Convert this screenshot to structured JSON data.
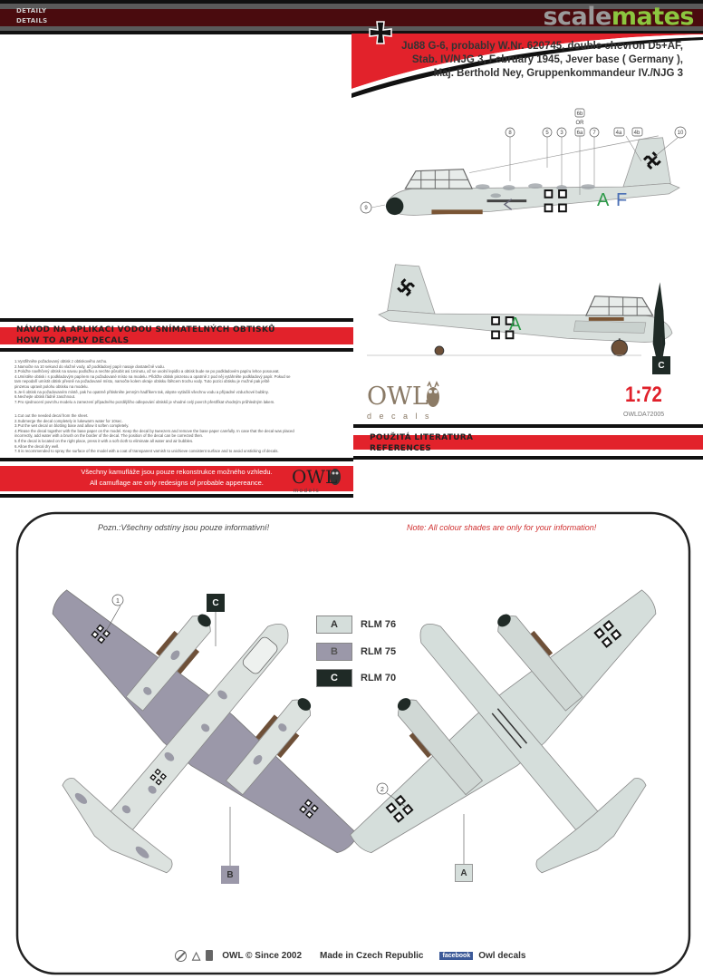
{
  "header": {
    "band_line1": "DETAILY",
    "band_line2": "DETAILS",
    "watermark_part1": "scale",
    "watermark_part2": "mates"
  },
  "aircraft": {
    "title_lines": [
      "Ju88 G-6, probably W.Nr. 620745, double chevron  D5+AF,",
      "Stab. IV/NJG 3, February 1945, Jever base ( Germany ),",
      "Maj. Berthold Ney, Gruppenkommandeur IV./NJG 3"
    ],
    "fuselage_code_1": "A",
    "fuselage_code_2": "F",
    "profile_callouts": [
      "8",
      "5",
      "3",
      "6b",
      "OR",
      "6a",
      "7",
      "4a",
      "4b",
      "10",
      "9"
    ],
    "profile_color_tag": "C"
  },
  "instructions": {
    "heading_cz": "NÁVOD NA APLIKACI VODOU SNÍMATELNÝCH OBTISKŮ",
    "heading_en": "HOW TO APPLY DECALS",
    "steps_cz": [
      "1.Vystřihněte požadovaný obtisk z obtiskového archu.",
      "2.Namočte na 10 sekund do vlažné vody, až podkladový papír nasaje dostatečně vodu.",
      "3.Položte navlhčený obtisk na savou podložku a nechte působit asi 1minutu, až se uvolní lepidlo a obtisk bude se po podkladovém papíru lehce posouvat.",
      "4.Umístěte obtisk i s podkladovým papírem na požadované místo na modelu. Přidržte obtisk pinzetou a opatrně z pod něj vytáhněte podkladový papír. Pokud se",
      "   tam nepodaří umístit obtisk přesně na požadované místo, namočte kolem okraje obtisku štětcem trochu vody. Tuto pozici obtisku je možné pak ještě",
      "   pinzetou upravit polohu obtisku na modelu.",
      "5.Je-li obtisk na požadovaném místě, pak ho opatrně přitiskněte jemným hadříkem tak, abyste vytlačili všechnu vodu a případné vzduchové bubliny.",
      "6.Nechejte obtisk řádně zaschnout.",
      "7.Pro sjednocení povrchu modelu a zamezení případného pozdějšího odlepování obtisků je vhodné celý povrch přestříkat vhodným průhledným lakem."
    ],
    "steps_en": [
      "1.Cut out the needed decal from the sheet.",
      "2.Submerge the decal completely in lukewarm water for 10sec.",
      "3.Put the wet decal on blotting base and allow it soften completely.",
      "4.Please the decal together with the base paper on the model. Keep the decal by tweezers and remove the base paper carefully. In case that the decal was placed",
      "   incorrectly, add water with a brush on the border of the decal. The position of the decal can be corrected then.",
      "5.If the decal is located on the right place, press it with a soft cloth to eliminate all water and air bubbles.",
      "6.Allow the decal dry well.",
      "7.It is recommended to spray the surface of the model with a coat of transparent varnish to unichieve consistent surface and to avoid unsticking of decals."
    ],
    "disclaimer_cz": "Všechny kamufláže jsou pouze rekonstrukce možného vzhledu.",
    "disclaimer_en": "All camuflage  are only redesigns of probable appereance."
  },
  "brand": {
    "logo_word": "OWL",
    "logo_sub_decals": "d e c a l s",
    "logo_sub_models": "m o d e l s",
    "scale": "1:72",
    "product_code": "OWLDA72005",
    "scale_color": "#e0202a"
  },
  "references": {
    "heading_cz": "POUŽITÁ LITERATURA",
    "heading_en": "REFERENCES"
  },
  "plan_view": {
    "note_cz": "Pozn.:Všechny odstíny jsou pouze informativní!",
    "note_en": "Note: All colour shades are only for your information!",
    "callouts": [
      "1",
      "2"
    ],
    "tags": [
      "C",
      "B",
      "A"
    ],
    "legend": [
      {
        "key": "A",
        "label": "RLM 76",
        "color": "#d5dedb"
      },
      {
        "key": "B",
        "label": "RLM 75",
        "color": "#9b98a9"
      },
      {
        "key": "C",
        "label": "RLM 70",
        "color": "#1f2a26"
      }
    ]
  },
  "footer": {
    "copyright": "OWL © Since  2002",
    "made_in": "Made in Czech Republic",
    "facebook_badge": "facebook",
    "facebook_name": "Owl decals",
    "icons": [
      "no-children-icon",
      "recycle-icon",
      "trash-bin-icon"
    ]
  },
  "colors": {
    "band_red": "#e2222b",
    "band_dark_red": "#4a0b0e",
    "watermark_green": "#8cc63f"
  }
}
